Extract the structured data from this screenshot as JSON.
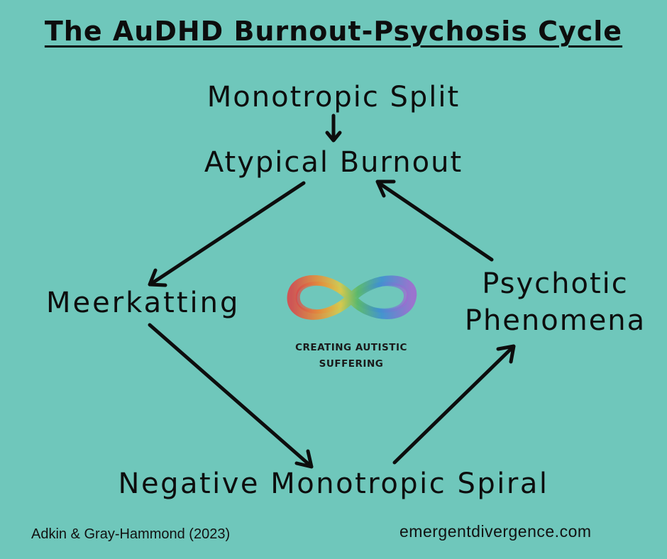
{
  "title": "The AuDHD Burnout-Psychosis Cycle",
  "nodes": {
    "monotropic_split": "Monotropic Split",
    "atypical_burnout": "Atypical Burnout",
    "meerkatting": "Meerkatting",
    "psychotic_line1": "Psychotic",
    "psychotic_line2": "Phenomena",
    "negative_spiral": "Negative Monotropic Spiral"
  },
  "logo": {
    "line1": "CREATING AUTISTIC",
    "line2": "SUFFERING",
    "icon": "rainbow-infinity-icon"
  },
  "footer": {
    "credit": "Adkin & Gray-Hammond (2023)",
    "website": "emergentdivergence.com"
  },
  "colors": {
    "background": "#6fc7bb",
    "text": "#0d0d0d"
  }
}
